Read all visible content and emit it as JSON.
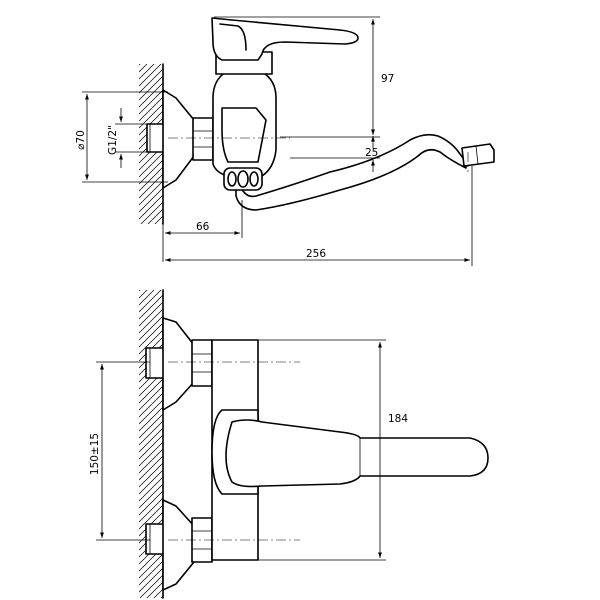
{
  "top_view": {
    "dims": {
      "height_97": "97",
      "offset_25": "25",
      "depth_66": "66",
      "length_256": "256",
      "flange_dia": "⌀70",
      "thread": "G1/2\""
    }
  },
  "front_view": {
    "dims": {
      "height_184": "184",
      "spacing": "150±15"
    }
  }
}
